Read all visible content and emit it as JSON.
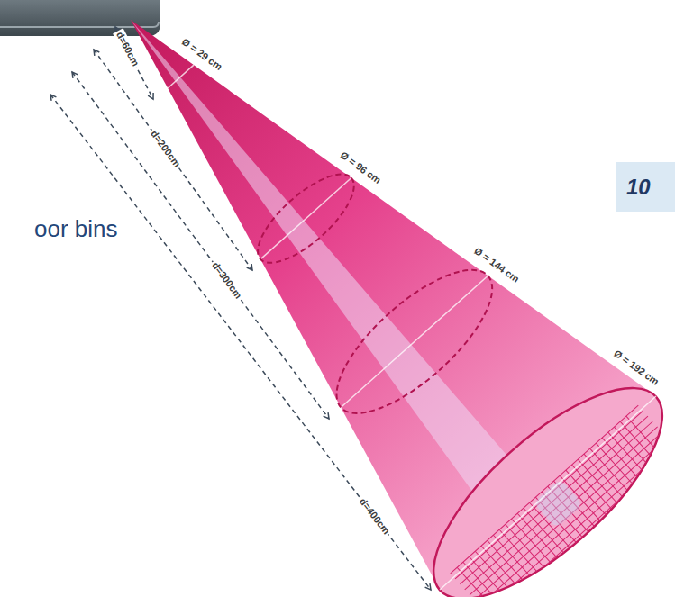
{
  "diagram": {
    "nodes": [
      {
        "text": [
          "10"
        ]
      }
    ],
    "labels": [
      "oor bins",
      "Ø = 29 cm",
      "d=60cm",
      "d=200cm",
      "Ø = 96 cm",
      "d=300cm",
      "Ø = 144 cm",
      "d=400cm",
      "Ø = 192 cm"
    ]
  }
}
